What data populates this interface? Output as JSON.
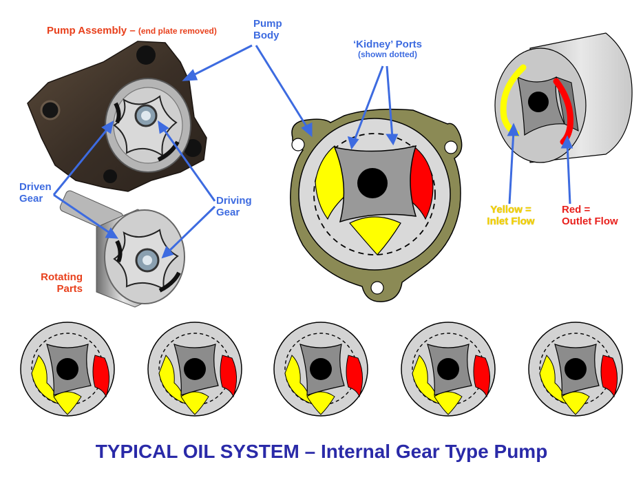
{
  "title": "TYPICAL OIL SYSTEM – Internal Gear Type Pump",
  "labels": {
    "pump_assembly_main": "Pump Assembly –",
    "pump_assembly_note": "(end plate removed)",
    "pump_body_line1": "Pump",
    "pump_body_line2": "Body",
    "kidney_ports": "‘Kidney’ Ports",
    "kidney_note": "(shown dotted)",
    "driven_gear_line1": "Driven",
    "driven_gear_line2": "Gear",
    "driving_gear_line1": "Driving",
    "driving_gear_line2": "Gear",
    "rotating_parts_line1": "Rotating",
    "rotating_parts_line2": "Parts",
    "yellow_line1": "Yellow =",
    "yellow_line2": "Inlet Flow",
    "red_line1": "Red =",
    "red_line2": "Outlet Flow"
  },
  "colors": {
    "label_blue": "#3d6be0",
    "label_red": "#e8401c",
    "title_blue": "#2a2aa8",
    "inlet_yellow": "#ffff00",
    "outlet_red": "#ff0000",
    "housing_olive": "#8b8a55",
    "gear_grey": "#9a9a9a"
  }
}
